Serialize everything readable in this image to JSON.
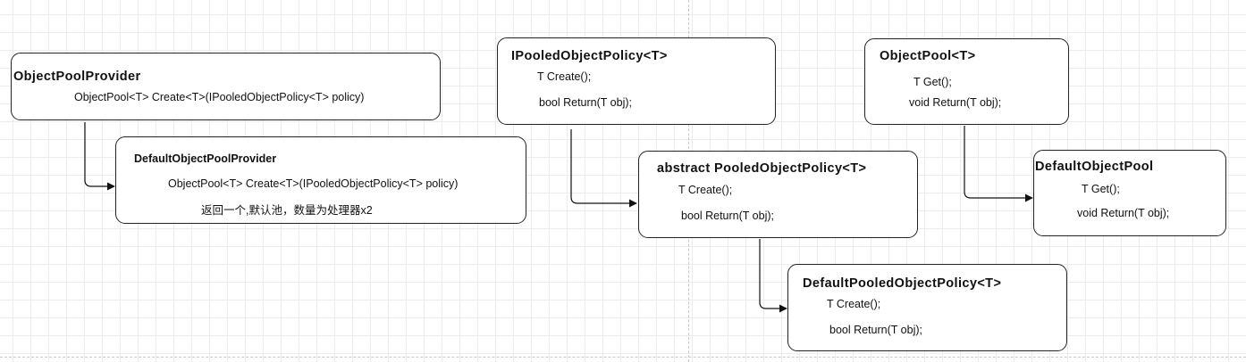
{
  "boxes": {
    "object_pool_provider": {
      "title": "ObjectPoolProvider",
      "lines": [
        "ObjectPool<T> Create<T>(IPooledObjectPolicy<T> policy)"
      ]
    },
    "default_object_pool_provider": {
      "title": "DefaultObjectPoolProvider",
      "lines": [
        "ObjectPool<T> Create<T>(IPooledObjectPolicy<T> policy)",
        "返回一个,默认池，数量为处理器x2"
      ]
    },
    "ipooled_object_policy": {
      "title": "IPooledObjectPolicy<T>",
      "lines": [
        "T Create();",
        "bool Return(T obj);"
      ]
    },
    "abstract_pooled_object_policy": {
      "title": "abstract PooledObjectPolicy<T>",
      "lines": [
        "T Create();",
        "bool Return(T obj);"
      ]
    },
    "default_pooled_object_policy": {
      "title": "DefaultPooledObjectPolicy<T>",
      "lines": [
        "T Create();",
        "bool Return(T obj);"
      ]
    },
    "object_pool": {
      "title": "ObjectPool<T>",
      "lines": [
        "T Get();",
        "void Return(T obj);"
      ]
    },
    "default_object_pool": {
      "title": "DefaultObjectPool",
      "lines": [
        "T Get();",
        "void Return(T obj);"
      ]
    }
  },
  "edges": [
    {
      "from": "ObjectPoolProvider",
      "to": "DefaultObjectPoolProvider"
    },
    {
      "from": "IPooledObjectPolicy<T>",
      "to": "abstract PooledObjectPolicy<T>"
    },
    {
      "from": "abstract PooledObjectPolicy<T>",
      "to": "DefaultPooledObjectPolicy<T>"
    },
    {
      "from": "ObjectPool<T>",
      "to": "DefaultObjectPool"
    }
  ]
}
